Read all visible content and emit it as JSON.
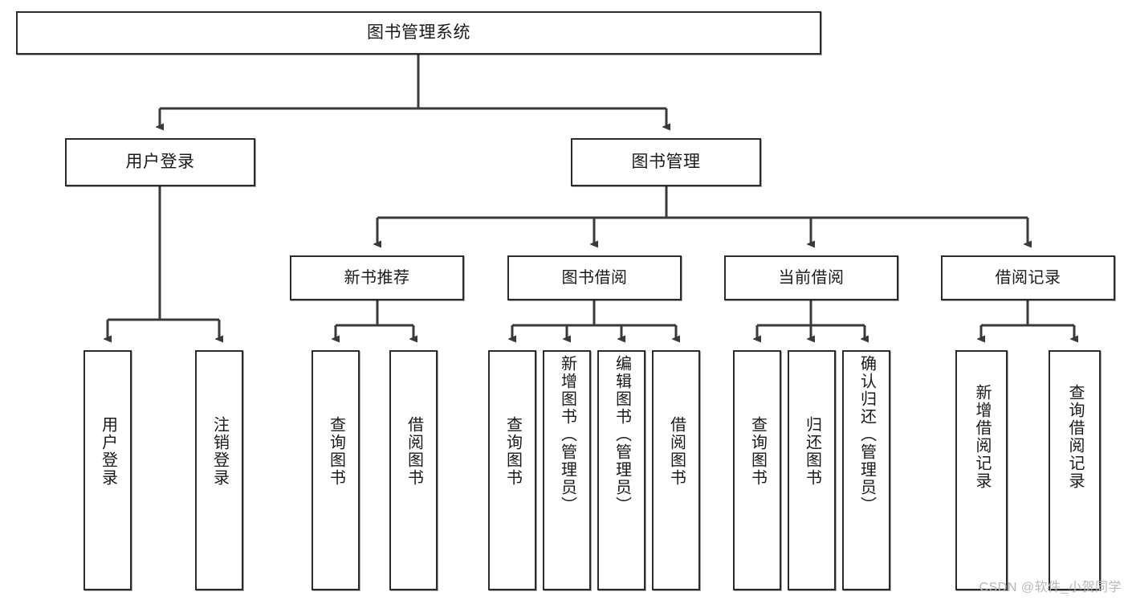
{
  "diagram": {
    "title": "图书管理系统",
    "type": "tree-hierarchy-diagram",
    "root": {
      "label": "图书管理系统"
    },
    "level2": [
      {
        "label": "用户登录"
      },
      {
        "label": "图书管理"
      }
    ],
    "level3": [
      {
        "label": "新书推荐"
      },
      {
        "label": "图书借阅"
      },
      {
        "label": "当前借阅"
      },
      {
        "label": "借阅记录"
      }
    ],
    "leaves": {
      "user_login": [
        {
          "label": "用户登录"
        },
        {
          "label": "注销登录"
        }
      ],
      "new_book_recommend": [
        {
          "label": "查询图书"
        },
        {
          "label": "借阅图书"
        }
      ],
      "book_borrow": [
        {
          "label": "查询图书"
        },
        {
          "label": "新增图书（管理员）"
        },
        {
          "label": "编辑图书（管理员）"
        },
        {
          "label": "借阅图书"
        }
      ],
      "current_borrow": [
        {
          "label": "查询图书"
        },
        {
          "label": "归还图书"
        },
        {
          "label": "确认归还（管理员）"
        }
      ],
      "borrow_record": [
        {
          "label": "新增借阅记录"
        },
        {
          "label": "查询借阅记录"
        }
      ]
    },
    "colors": {
      "box_border": "#2b2b2b",
      "box_fill": "#ffffff",
      "connector": "#3a3a3a",
      "text": "#1a1a1a",
      "watermark": "#b8b8b8"
    }
  },
  "watermark": {
    "text": "CSDN @软件_小贺同学"
  }
}
